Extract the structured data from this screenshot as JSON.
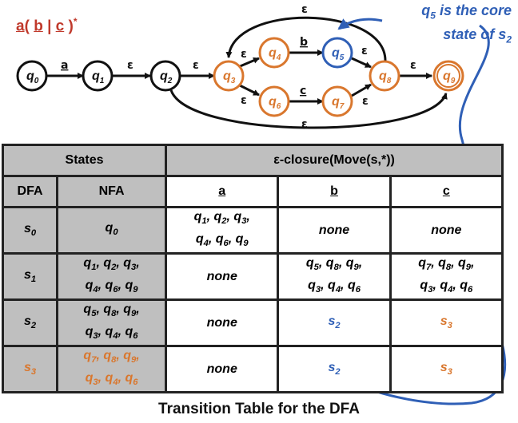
{
  "regex": {
    "a": "a",
    "b": "b",
    "c": "c",
    "open": "( ",
    "bar": " | ",
    "close": " )",
    "star": "*"
  },
  "note": {
    "line1": "q",
    "line1_sub": "5",
    "line1_rest": " is the core",
    "line2": "state of s",
    "line2_sub": "2"
  },
  "nfa": {
    "states": [
      {
        "name": "q",
        "sub": "0",
        "color": "#111111"
      },
      {
        "name": "q",
        "sub": "1",
        "color": "#111111"
      },
      {
        "name": "q",
        "sub": "2",
        "color": "#111111"
      },
      {
        "name": "q",
        "sub": "3",
        "color": "#d9772e"
      },
      {
        "name": "q",
        "sub": "4",
        "color": "#d9772e"
      },
      {
        "name": "q",
        "sub": "5",
        "color": "#2f5fb6"
      },
      {
        "name": "q",
        "sub": "6",
        "color": "#d9772e"
      },
      {
        "name": "q",
        "sub": "7",
        "color": "#d9772e"
      },
      {
        "name": "q",
        "sub": "8",
        "color": "#d9772e"
      },
      {
        "name": "q",
        "sub": "9",
        "color": "#d9772e"
      }
    ],
    "edge_labels": {
      "q0_q1": "a",
      "q1_q2": "ε",
      "q2_q3": "ε",
      "q3_q4": "ε",
      "q4_q5": "b",
      "q5_q8": "ε",
      "q3_q6": "ε",
      "q6_q7": "c",
      "q7_q8": "ε",
      "q8_q9": "ε",
      "q8_q3_back": "ε",
      "q2_q9_skip": "ε"
    }
  },
  "table": {
    "header": {
      "states": "States",
      "closure": "ε-closure(Move(s,*))"
    },
    "subheader": {
      "dfa": "DFA",
      "nfa": "NFA",
      "a": "a",
      "b": "b",
      "c": "c"
    },
    "rows": [
      {
        "dfa": "s",
        "dfa_sub": "0",
        "nfa": [
          "q0"
        ],
        "a": [
          "q1, q2, q3,",
          "q4, q6, q9"
        ],
        "b": "none",
        "c": "none"
      },
      {
        "dfa": "s",
        "dfa_sub": "1",
        "nfa": [
          "q1, q2, q3,",
          "q4, q6, q9"
        ],
        "a": "none",
        "b": [
          "q5, q8, q9,",
          "q3, q4, q6"
        ],
        "c": [
          "q7, q8, q9,",
          "q3, q4, q6"
        ]
      },
      {
        "dfa": "s",
        "dfa_sub": "2",
        "nfa": [
          "q5, q8, q9,",
          "q3, q4, q6"
        ],
        "a": "none",
        "b": "s2",
        "c": "s3"
      },
      {
        "dfa": "s",
        "dfa_sub": "3",
        "nfa": [
          "q7, q8, q9,",
          "q3, q4, q6"
        ],
        "a": "none",
        "b": "s2",
        "c": "s3"
      }
    ]
  },
  "caption": "Transition Table for the DFA",
  "colors": {
    "orange": "#d9772e",
    "blue": "#2f5fb6",
    "red": "#c0392b",
    "gray": "#bfbfbf"
  }
}
